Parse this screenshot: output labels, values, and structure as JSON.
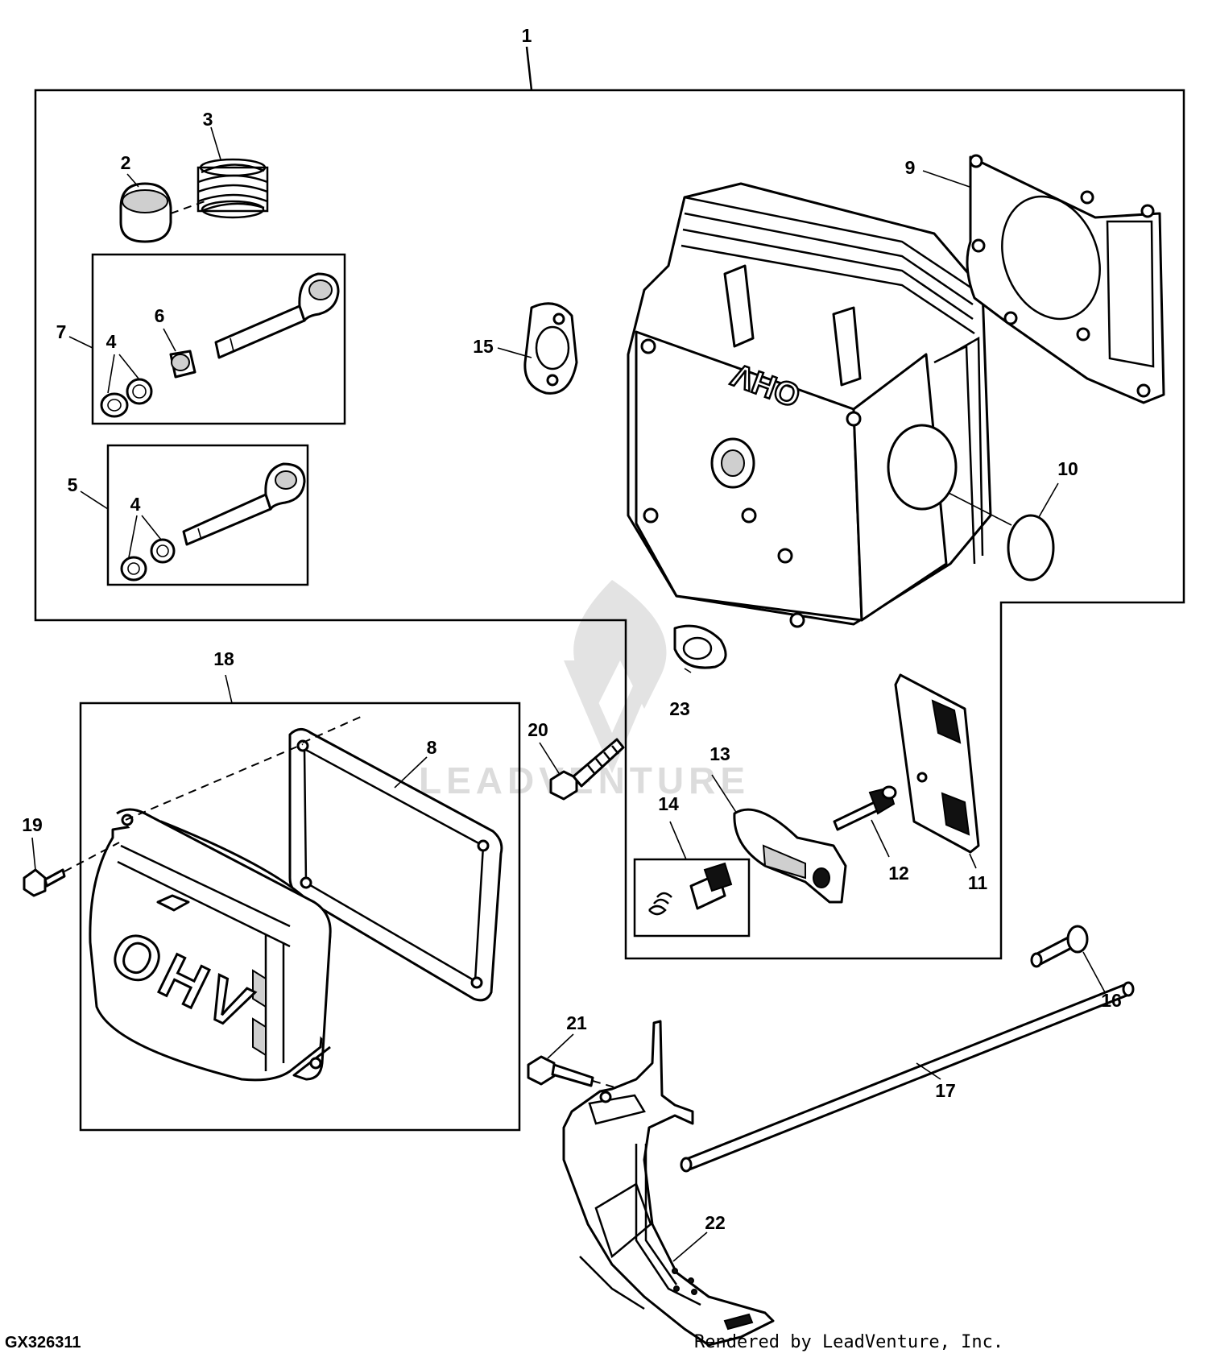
{
  "figure_id": "GX326311",
  "credit": "Rendered by LeadVenture, Inc.",
  "watermark": {
    "text": "LEADVENTURE"
  },
  "callouts": [
    "1",
    "2",
    "3",
    "4",
    "4",
    "5",
    "6",
    "7",
    "8",
    "9",
    "10",
    "11",
    "12",
    "13",
    "14",
    "15",
    "16",
    "17",
    "18",
    "19",
    "20",
    "21",
    "22",
    "23"
  ],
  "parts": {
    "cylinder_head_label": "OHV",
    "rocker_cover_label": "OHV"
  }
}
